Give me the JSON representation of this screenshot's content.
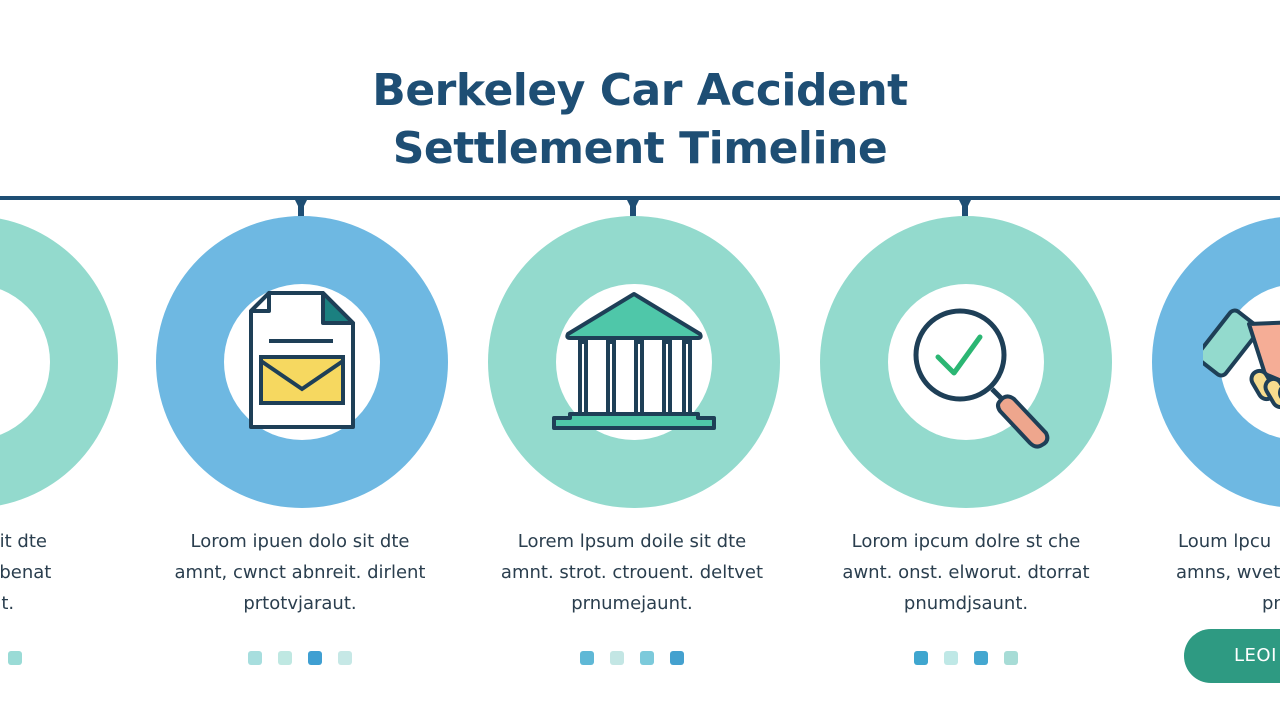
{
  "title": {
    "line1": "Berkeley Car Accident",
    "line2": "Settlement Timeline"
  },
  "colors": {
    "title": "#1e4e74",
    "timeline": "#1e4e74",
    "ring_teal": "#93dacd",
    "ring_blue": "#6eb8e2",
    "cta": "#2e9a82",
    "body_text": "#2a3e4e"
  },
  "steps": [
    {
      "icon": "folder-icon",
      "ring_color": "teal",
      "description": "...lne sit dte ...rst. dbenat ...nt.",
      "lines": [
        "lne sit dte",
        "rst. dbenat",
        "nt."
      ],
      "dots": [
        "#9adbd6"
      ]
    },
    {
      "icon": "document-envelope-icon",
      "ring_color": "blue",
      "description": "Lorom ipuen dolo sit dte amnt, cwnct abnreit. dirlent prtotvjaraut.",
      "lines": [
        "Lorom ipuen dolo sit dte",
        "amnt, cwnct abnreit. dirlent",
        "prtotvjaraut."
      ],
      "dots": [
        "#a7dede",
        "#bfe8e2",
        "#3f9fd2",
        "#c6e8e6"
      ]
    },
    {
      "icon": "courthouse-icon",
      "ring_color": "teal",
      "description": "Lorem lpsum doile sit dte amnt. strot. ctrouent. deltvet prnumejaunt.",
      "lines": [
        "Lorem lpsum doile sit dte",
        "amnt. strot. ctrouent. deltvet",
        "prnumejaunt."
      ],
      "dots": [
        "#5fb8d6",
        "#c3e6e4",
        "#7ccadb",
        "#44a1cf"
      ]
    },
    {
      "icon": "magnifier-check-icon",
      "ring_color": "teal",
      "description": "Lorom ipcum dolre st che awnt. onst. elworut. dtorrat pnumdjsaunt.",
      "lines": [
        "Lorom ipcum dolre st che",
        "awnt. onst. elworut. dtorrat",
        "pnumdjsaunt."
      ],
      "dots": [
        "#3fa6cf",
        "#bfe8e6",
        "#44a7d0",
        "#a7dcd6"
      ]
    },
    {
      "icon": "handshake-icon",
      "ring_color": "blue",
      "description": "Loum lpcu... amns, wvet... pnu...",
      "lines": [
        "Loum lpcu",
        "amns, wvet",
        "pnu"
      ],
      "dots": []
    }
  ],
  "cta": {
    "label": "LEOI"
  }
}
